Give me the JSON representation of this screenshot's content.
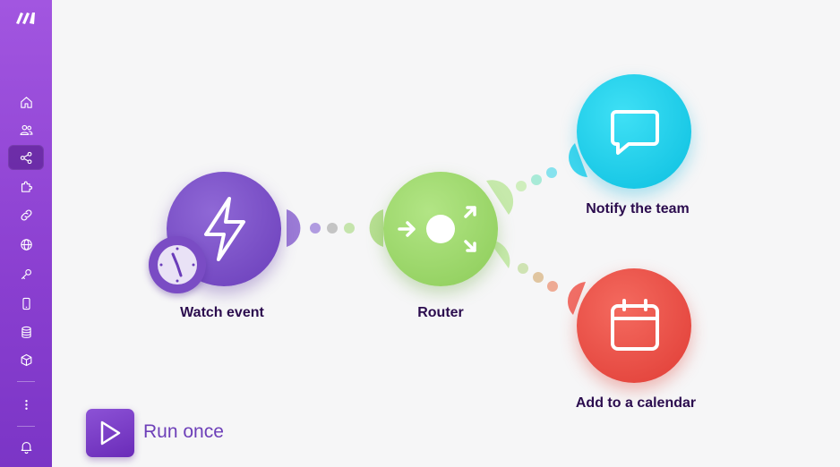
{
  "sidebar": {
    "logo": "make-logo",
    "items": [
      {
        "name": "home",
        "icon": "home-icon",
        "active": false
      },
      {
        "name": "team",
        "icon": "users-icon",
        "active": false
      },
      {
        "name": "scenarios",
        "icon": "share-icon",
        "active": true
      },
      {
        "name": "templates",
        "icon": "puzzle-icon",
        "active": false
      },
      {
        "name": "connections",
        "icon": "link-icon",
        "active": false
      },
      {
        "name": "webhooks",
        "icon": "globe-icon",
        "active": false
      },
      {
        "name": "keys",
        "icon": "key-icon",
        "active": false
      },
      {
        "name": "devices",
        "icon": "phone-icon",
        "active": false
      },
      {
        "name": "data-stores",
        "icon": "database-icon",
        "active": false
      },
      {
        "name": "data-structures",
        "icon": "cube-icon",
        "active": false
      },
      {
        "name": "more",
        "icon": "more-vertical-icon",
        "active": false
      },
      {
        "name": "notifications",
        "icon": "bell-icon",
        "active": false
      }
    ]
  },
  "nodes": {
    "watch": {
      "label": "Watch event",
      "color": "#7b4fc4",
      "icon": "lightning-icon",
      "badge_icon": "clock-icon"
    },
    "router": {
      "label": "Router",
      "color": "#9bd86a",
      "icon": "router-icon"
    },
    "notify": {
      "label": "Notify the team",
      "color": "#14cde9",
      "icon": "chat-bubble-icon"
    },
    "calendar": {
      "label": "Add to a calendar",
      "color": "#ee4e45",
      "icon": "calendar-icon"
    }
  },
  "run": {
    "label": "Run once",
    "icon": "play-icon"
  }
}
